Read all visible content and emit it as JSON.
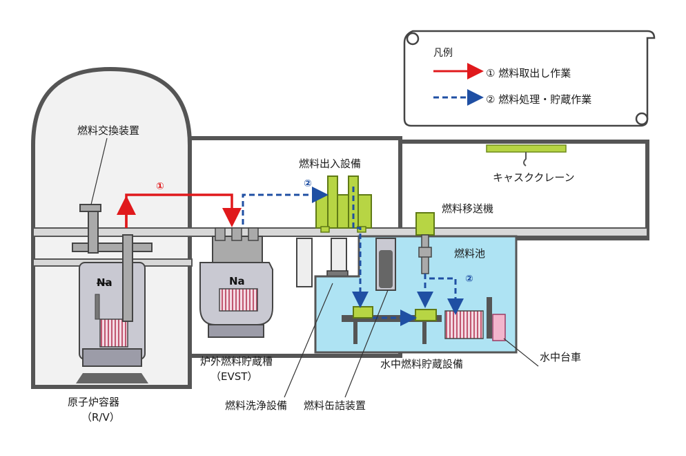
{
  "legend": {
    "title": "凡例",
    "items": [
      {
        "mark": "①",
        "text": "燃料取出し作業",
        "color": "#e0191c",
        "style": "solid"
      },
      {
        "mark": "②",
        "text": "燃料処理・貯蔵作業",
        "color": "#1f4fa3",
        "style": "dashed"
      }
    ]
  },
  "labels": {
    "fuel_exchange": "燃料交換装置",
    "reactor_vessel": "原子炉容器",
    "reactor_vessel_abbr": "（R/V）",
    "evst": "炉外燃料貯蔵槽",
    "evst_abbr": "（EVST）",
    "fuel_inout": "燃料出入設備",
    "cask_crane": "キャスククレーン",
    "fuel_transfer": "燃料移送機",
    "fuel_pool": "燃料池",
    "underwater_storage": "水中燃料貯蔵設備",
    "underwater_cart": "水中台車",
    "fuel_washing": "燃料洗浄設備",
    "fuel_canning": "燃料缶詰装置",
    "sodium_1": "Na",
    "sodium_2": "Na",
    "route1_mark": "①",
    "route2_mark_a": "②",
    "route2_mark_b": "②"
  },
  "colors": {
    "route1": "#e0191c",
    "route2": "#1f4fa3",
    "water": "#aee3f3",
    "sodium_vessel": "#c9c9d2",
    "equipment_green": "#b7d544",
    "building_outline": "#555555"
  }
}
